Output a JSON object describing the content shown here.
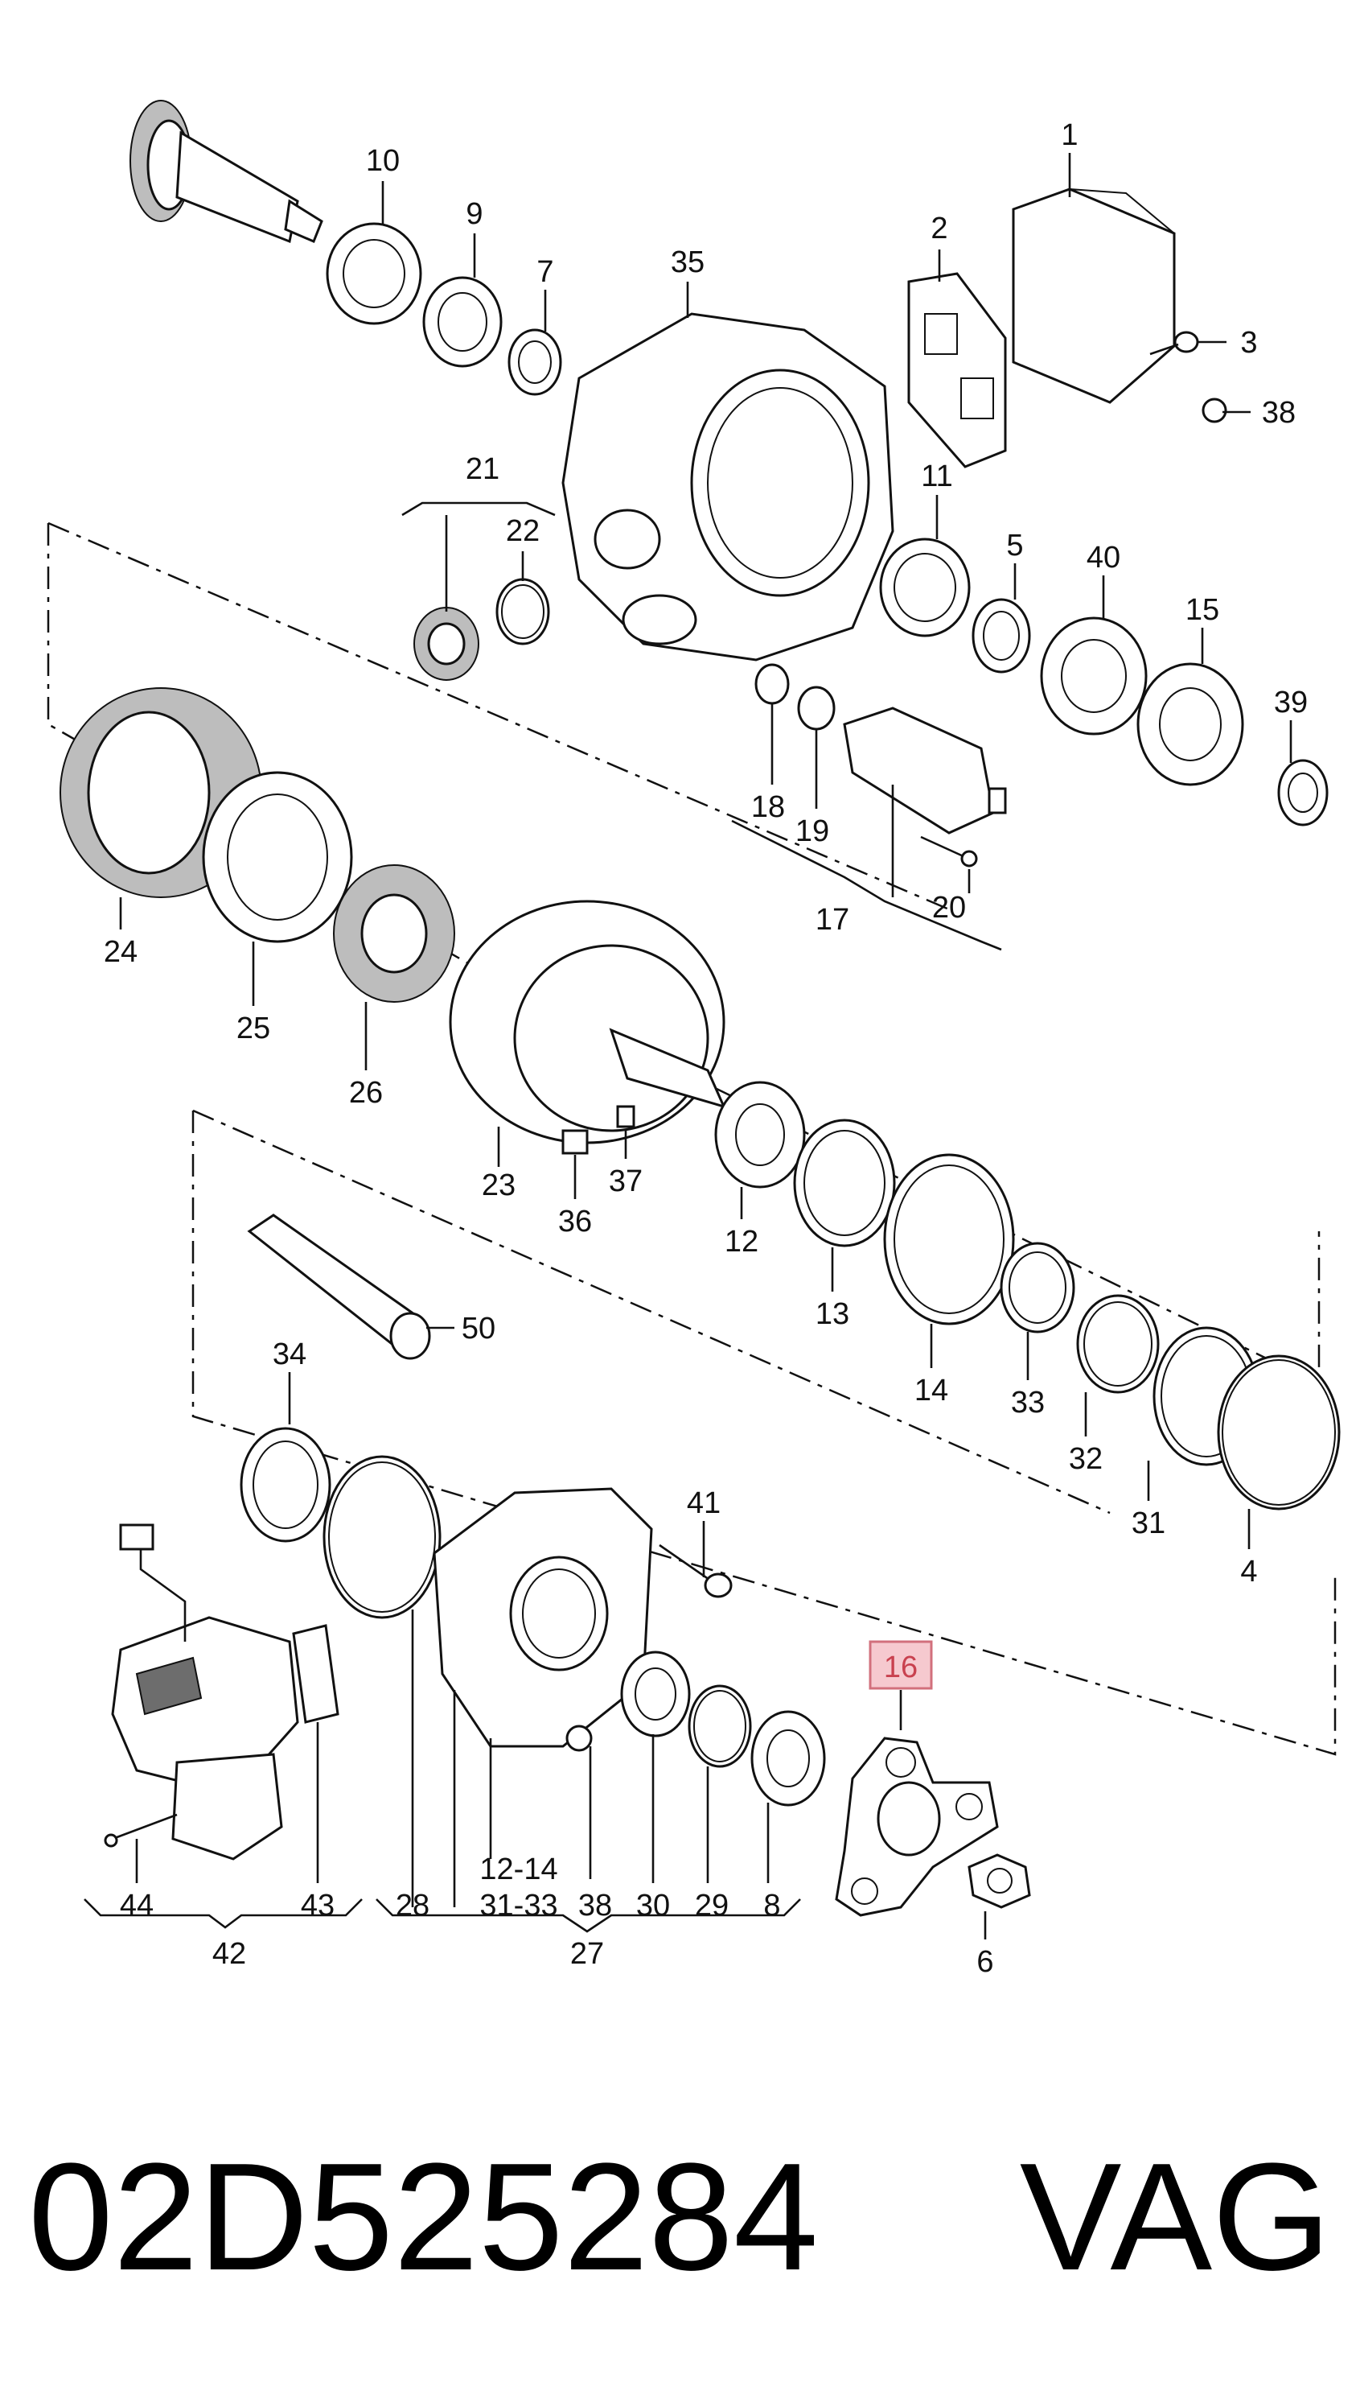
{
  "callouts": [
    "1",
    "2",
    "3",
    "4",
    "5",
    "6",
    "7",
    "8",
    "9",
    "10",
    "11",
    "12",
    "13",
    "14",
    "15",
    "16",
    "17",
    "18",
    "19",
    "20",
    "21",
    "22",
    "23",
    "24",
    "25",
    "26",
    "27",
    "28",
    "29",
    "30",
    "31",
    "32",
    "33",
    "34",
    "35",
    "36",
    "37",
    "38",
    "39",
    "40",
    "41",
    "42",
    "43",
    "44",
    "50"
  ],
  "group_labels": {
    "range_a": "12-14",
    "range_b": "31-33",
    "label_38_bottom": "38"
  },
  "highlighted_callout": "16",
  "footer": {
    "part_number": "02D525284",
    "brand": "VAG"
  }
}
